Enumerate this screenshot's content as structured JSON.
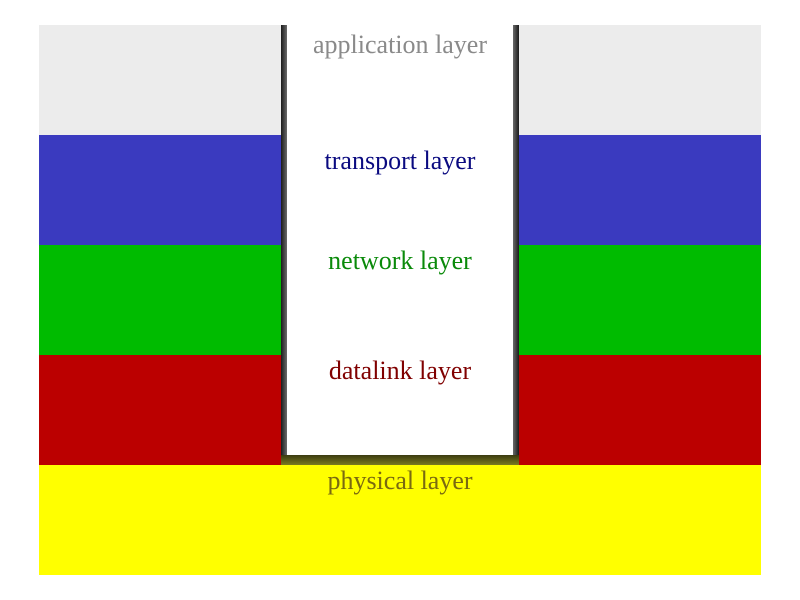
{
  "layers": [
    {
      "id": "application",
      "label": "application layer",
      "color": "#ececec",
      "text_color": "#8a8a8a"
    },
    {
      "id": "transport",
      "label": "transport layer",
      "color": "#3a3abf",
      "text_color": "#0a0a80"
    },
    {
      "id": "network",
      "label": "network layer",
      "color": "#00bb00",
      "text_color": "#0a8a0a"
    },
    {
      "id": "datalink",
      "label": "datalink layer",
      "color": "#bb0000",
      "text_color": "#800000"
    },
    {
      "id": "physical",
      "label": "physical layer",
      "color": "#ffff00",
      "text_color": "#7a6a10"
    }
  ]
}
